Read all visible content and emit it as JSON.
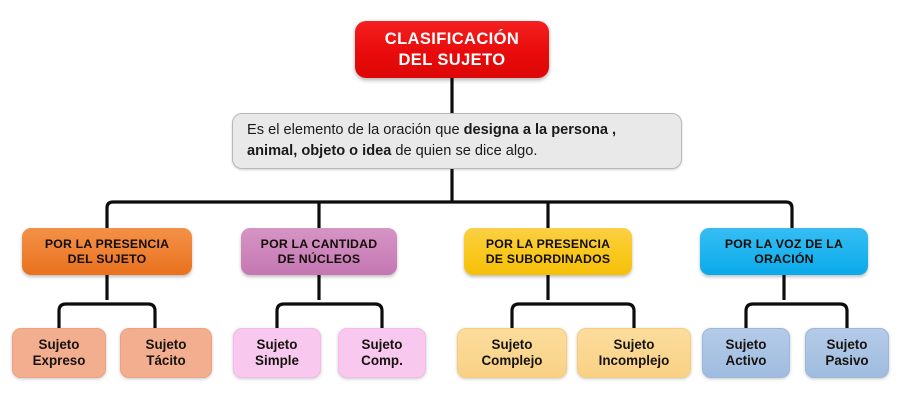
{
  "diagram": {
    "root": {
      "label_line1": "CLASIFICACIÓN",
      "label_line2": "DEL SUJETO",
      "color": "#ee1111",
      "text_color": "#ffffff"
    },
    "definition": {
      "text_before": "Es el elemento de la oración que ",
      "bold_1": "designa a la persona ,",
      "bold_2": "animal, objeto o idea",
      "text_after": " de quien se dice algo.",
      "full_text": "Es el elemento de la oración que designa a la persona , animal, objeto o idea de quien se dice algo.",
      "color": "#e9e9e9",
      "border_color": "#b9b9b9"
    },
    "categories": [
      {
        "line1": "POR LA PRESENCIA",
        "line2": "DEL SUJETO",
        "color": "#ef8133",
        "leaf_color": "#f3ae90",
        "children": [
          {
            "line1": "Sujeto",
            "line2": "Expreso"
          },
          {
            "line1": "Sujeto",
            "line2": "Tácito"
          }
        ]
      },
      {
        "line1": "POR LA CANTIDAD",
        "line2": "DE NÚCLEOS",
        "color": "#cd85bb",
        "leaf_color": "#f8c8ee",
        "children": [
          {
            "line1": "Sujeto",
            "line2": "Simple"
          },
          {
            "line1": "Sujeto",
            "line2": "Comp."
          }
        ]
      },
      {
        "line1": "POR LA PRESENCIA",
        "line2": "DE SUBORDINADOS",
        "color": "#f9c81f",
        "leaf_color": "#fbd791",
        "children": [
          {
            "line1": "Sujeto",
            "line2": "Complejo"
          },
          {
            "line1": "Sujeto",
            "line2": "Incomplejo"
          }
        ]
      },
      {
        "line1": "POR LA VOZ DE LA",
        "line2": "ORACIÓN",
        "color": "#1fb4ef",
        "leaf_color": "#a9c4e4",
        "children": [
          {
            "line1": "Sujeto",
            "line2": "Activo"
          },
          {
            "line1": "Sujeto",
            "line2": "Pasivo"
          }
        ]
      }
    ],
    "connector_color": "#0d0d0d"
  }
}
